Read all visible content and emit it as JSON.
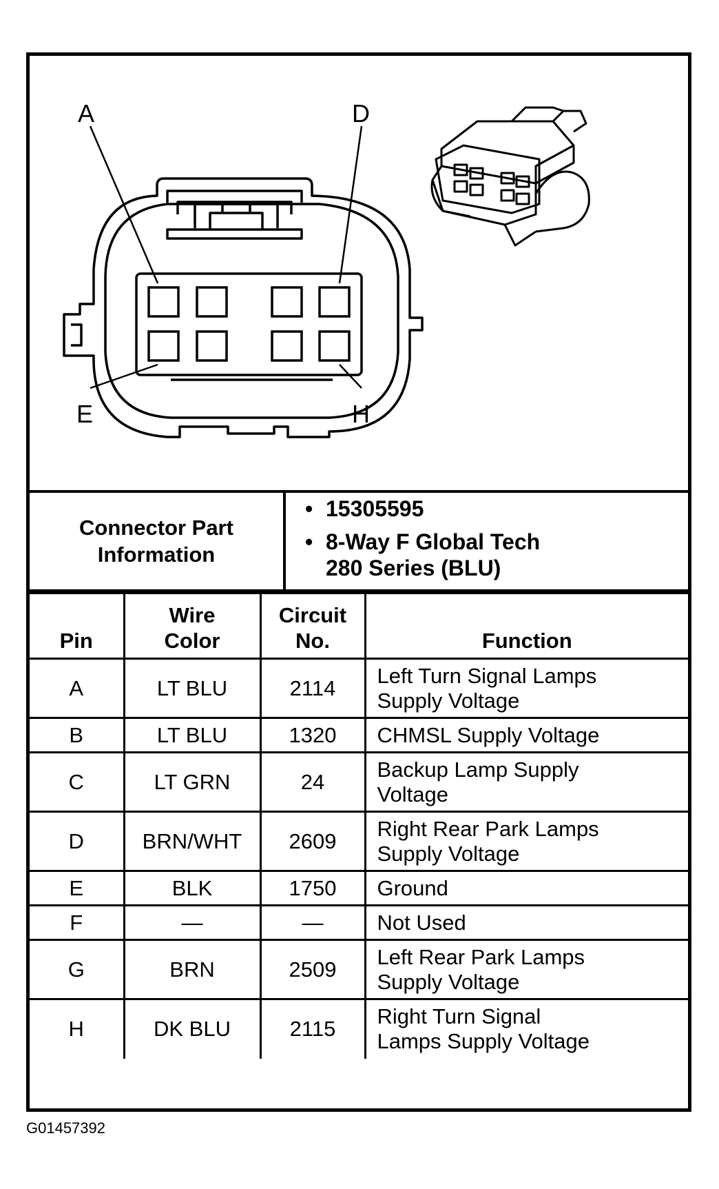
{
  "diagram": {
    "callouts": [
      "A",
      "D",
      "E",
      "H"
    ]
  },
  "connector_info": {
    "label": "Connector Part\nInformation",
    "items": [
      "15305595",
      "8-Way F Global Tech\n280 Series (BLU)"
    ]
  },
  "table": {
    "headers": [
      "Pin",
      "Wire\nColor",
      "Circuit\nNo.",
      "Function"
    ],
    "rows": [
      {
        "pin": "A",
        "color": "LT BLU",
        "circuit": "2114",
        "function": "Left Turn Signal Lamps\nSupply Voltage"
      },
      {
        "pin": "B",
        "color": "LT BLU",
        "circuit": "1320",
        "function": "CHMSL Supply Voltage"
      },
      {
        "pin": "C",
        "color": "LT GRN",
        "circuit": "24",
        "function": "Backup Lamp Supply\nVoltage"
      },
      {
        "pin": "D",
        "color": "BRN/WHT",
        "circuit": "2609",
        "function": "Right Rear Park Lamps\nSupply Voltage"
      },
      {
        "pin": "E",
        "color": "BLK",
        "circuit": "1750",
        "function": "Ground"
      },
      {
        "pin": "F",
        "color": "—",
        "circuit": "—",
        "function": "Not Used"
      },
      {
        "pin": "G",
        "color": "BRN",
        "circuit": "2509",
        "function": "Left Rear Park Lamps\nSupply Voltage"
      },
      {
        "pin": "H",
        "color": "DK BLU",
        "circuit": "2115",
        "function": "Right Turn Signal\nLamps Supply Voltage"
      }
    ]
  },
  "figure_id": "G01457392"
}
